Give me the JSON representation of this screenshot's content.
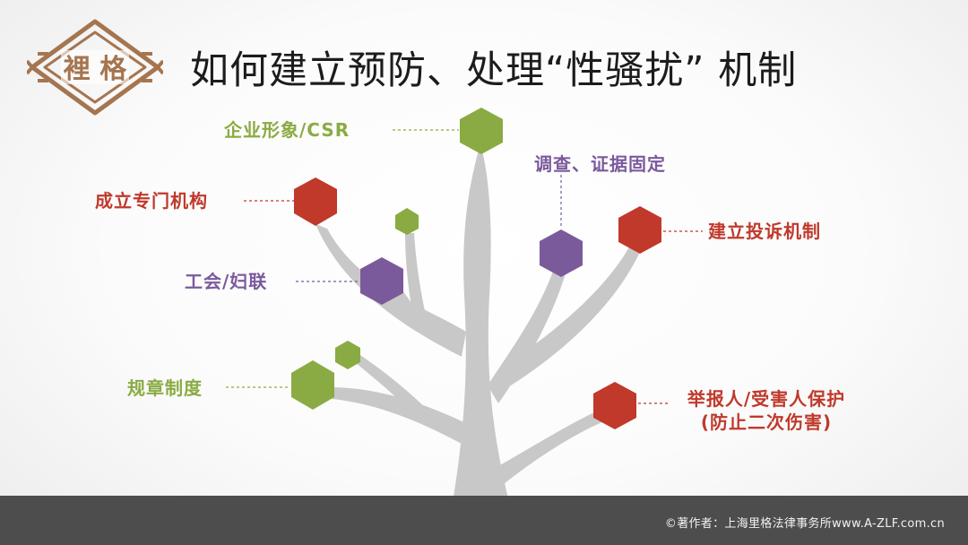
{
  "title": "如何建立预防、处理“性骚扰” 机制",
  "logo": {
    "text": "裡 格",
    "icon": "firm-logo-icon"
  },
  "footer": {
    "credit": "©著作者：上海里格法律事务所www.A-ZLF.com.cn"
  },
  "colors": {
    "green": "#8aab43",
    "red": "#c0392b",
    "purple": "#7b5a9c",
    "trunk": "#c8c8c8",
    "logo": "#a57550"
  },
  "nodes": {
    "csr": "企业形象/CSR",
    "agency": "成立专门机构",
    "union": "工会/妇联",
    "rules": "规章制度",
    "investigation": "调查、证据固定",
    "complaint": "建立投诉机制",
    "protection_line1": "举报人/受害人保护",
    "protection_line2": "(防止二次伤害)"
  }
}
